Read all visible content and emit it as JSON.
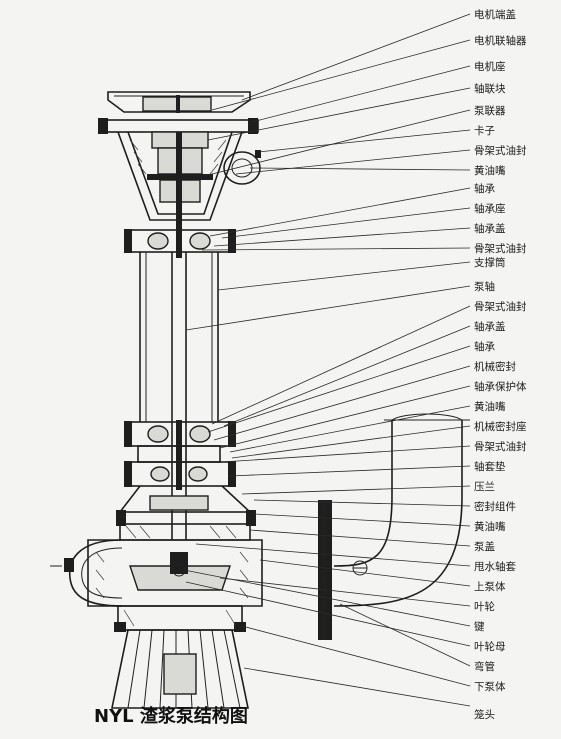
{
  "title": "NYL 渣浆泵结构图",
  "labels": [
    "电机端盖",
    "电机联轴器",
    "电机座",
    "轴联块",
    "泵联器",
    "卡子",
    "骨架式油封",
    "黄油嘴",
    "轴承",
    "轴承座",
    "轴承盖",
    "骨架式油封",
    "支撑筒",
    "泵轴",
    "骨架式油封",
    "轴承盖",
    "轴承",
    "机械密封",
    "轴承保护体",
    "黄油嘴",
    "机械密封座",
    "骨架式油封",
    "轴套垫",
    "压兰",
    "密封组件",
    "黄油嘴",
    "泵盖",
    "甩水轴套",
    "上泵体",
    "叶轮",
    "键",
    "叶轮母",
    "弯管",
    "下泵体",
    "笼头"
  ]
}
